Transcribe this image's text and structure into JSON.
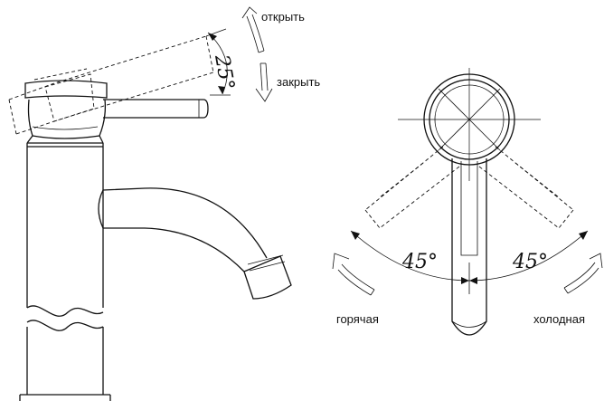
{
  "labels": {
    "open": "открыть",
    "close": "закрыть",
    "hot": "горячая",
    "cold": "холодная"
  },
  "angles": {
    "lever_lift": "25°",
    "left_rotation": "45°",
    "right_rotation": "45°"
  },
  "colors": {
    "line": "#111111",
    "background": "#ffffff"
  }
}
